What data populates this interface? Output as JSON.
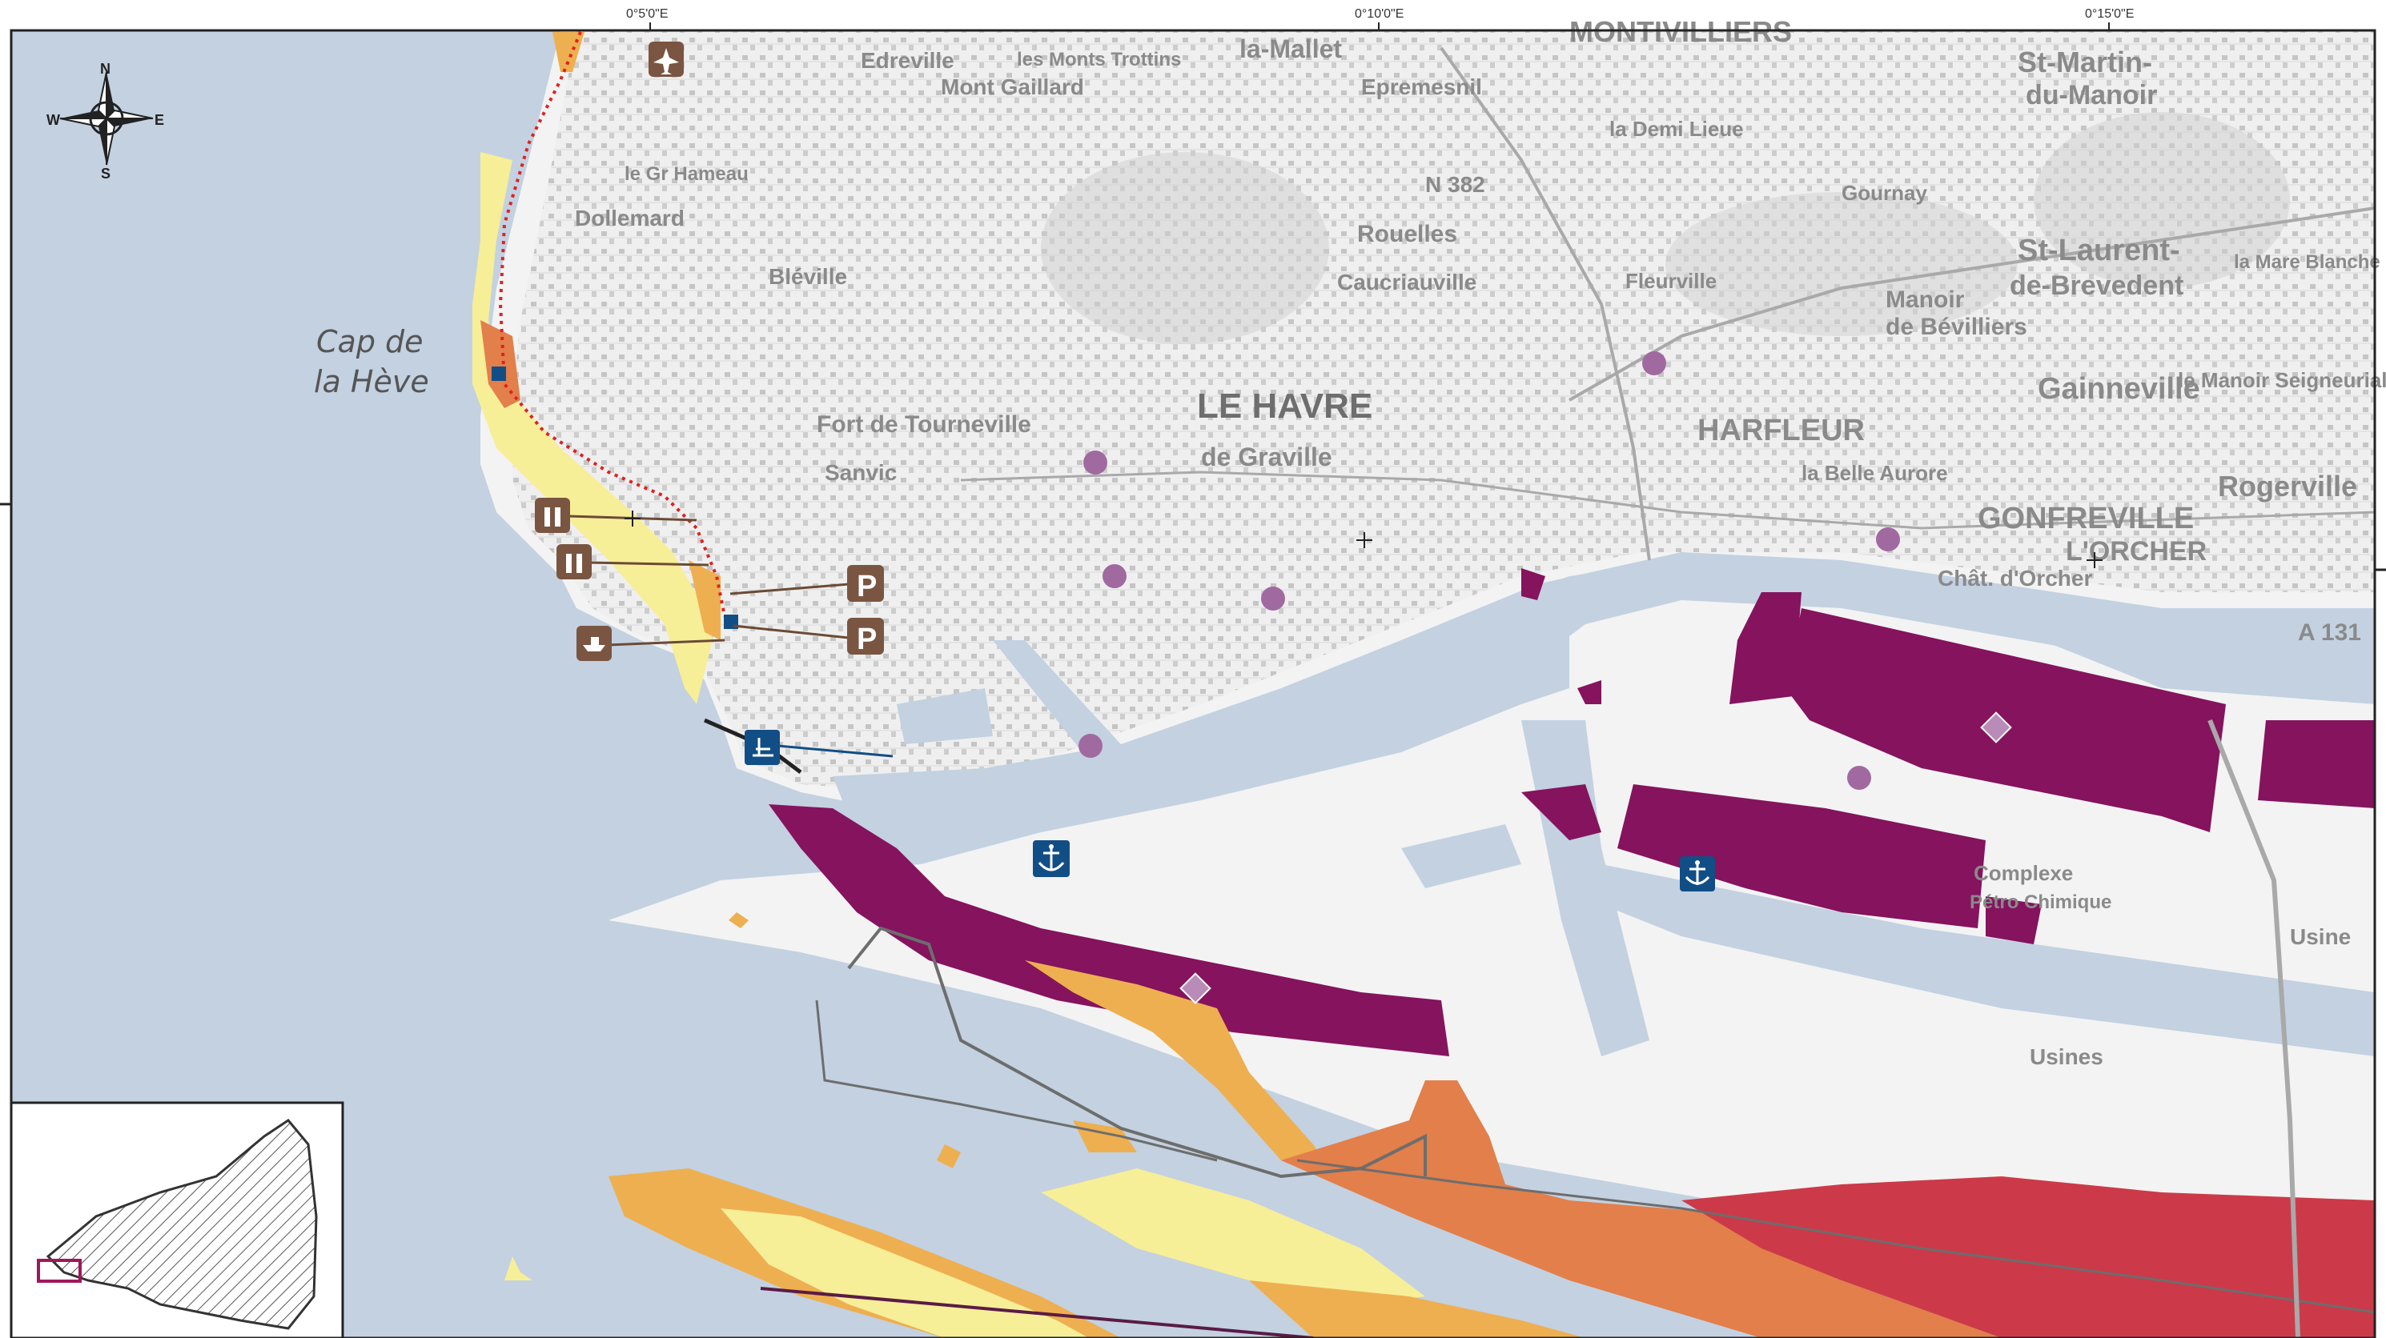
{
  "coordinates": {
    "top": [
      "0°5'0\"E",
      "0°10'0\"E",
      "0°15'0\"E"
    ]
  },
  "compass": {
    "n": "N",
    "s": "S",
    "e": "E",
    "w": "W"
  },
  "labels": {
    "cap_line1": "Cap de",
    "cap_line2": "la Hève",
    "city": "LE HAVRE",
    "harfleur": "HARFLEUR",
    "gonfreville": "GONFREVILLE",
    "orcher": "L'ORCHER",
    "montivilliers": "MONTIVILLIERS",
    "st_martin": "St-Martin-",
    "du_manoir": "du-Manoir",
    "st_laurent": "St-Laurent-",
    "de_brevedent": "de-Brevedent",
    "gainneville": "Gainneville",
    "rogerville": "Rogerville",
    "manoir_bevilliers": "Manoir",
    "de_bevilliers": "de Bévilliers",
    "fleurville": "Fleurville",
    "rouelles": "Rouelles",
    "caucriauville": "Caucriauville",
    "bleville": "Bléville",
    "dollemard": "Dollemard",
    "edreville": "Edreville",
    "mont_gaillard": "Mont Gaillard",
    "epremesnil": "Epremesnil",
    "la_mallet": "la-Mallet",
    "demi_lieue": "la Demi Lieue",
    "gournay": "Gournay",
    "graville": "de Graville",
    "sanvic": "Sanvic",
    "tourneville": "Fort de Tourneville",
    "belle_aurore": "la Belle Aurore",
    "chat_orcher": "Chât. d'Orcher",
    "complexe": "Complexe",
    "petro": "Pétro Chimique",
    "usine": "Usine",
    "usines": "Usines",
    "manoir_seigneurial": "le Manoir Seigneurial",
    "la_mare_blanche": "la Mare Blanche",
    "road_a131": "A 131",
    "road_n382": "N 382",
    "le_hameau": "le Gr Hameau",
    "trottins": "les Monts Trottins"
  },
  "icons": [
    "airport-icon",
    "toilets-icon",
    "toilets-icon",
    "parking-icon",
    "parking-icon",
    "boat-icon",
    "harbour-icon",
    "anchor-icon",
    "anchor-icon",
    "compass-rose-icon"
  ],
  "colors": {
    "sea": "#c3d1e1",
    "land": "#f4f4f4",
    "industrial": "#85135e",
    "yellow": "#f7ee98",
    "orange": "#eeaf50",
    "dark_orange": "#e27f4a",
    "red": "#cc3a49",
    "icon_brown": "#7a5541",
    "icon_blue": "#124e86"
  }
}
